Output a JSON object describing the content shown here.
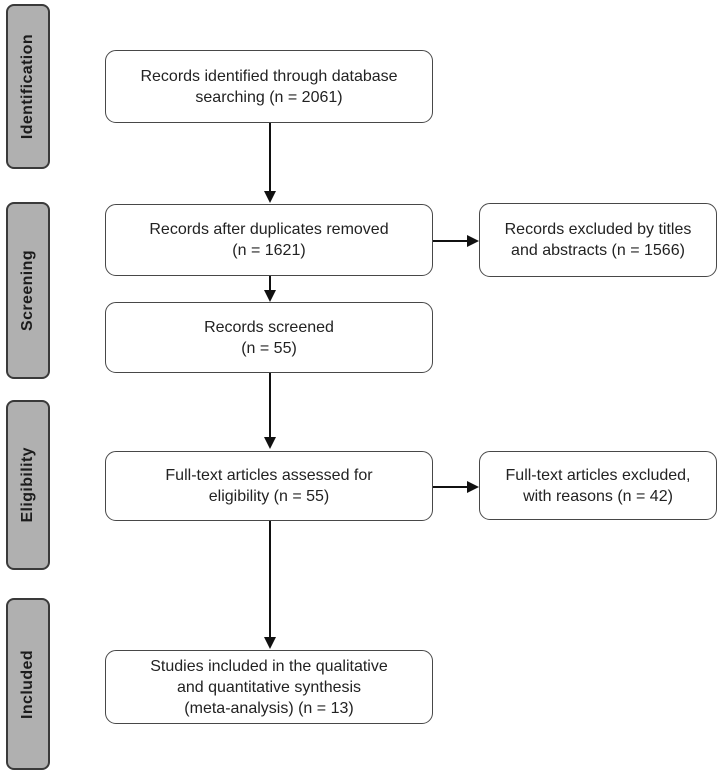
{
  "flow": {
    "diagram_type": "prisma-flow",
    "stages": [
      {
        "id": "identification",
        "label": "Identification"
      },
      {
        "id": "screening",
        "label": "Screening"
      },
      {
        "id": "eligibility",
        "label": "Eligibility"
      },
      {
        "id": "included",
        "label": "Included"
      }
    ],
    "main_boxes": [
      {
        "id": "records-identified",
        "n": 2061,
        "lines": [
          "Records identified through database",
          "searching (n = 2061)"
        ]
      },
      {
        "id": "records-after-duplicates",
        "n": 1621,
        "lines": [
          "Records after duplicates removed",
          "(n = 1621)"
        ]
      },
      {
        "id": "records-screened",
        "n": 55,
        "lines": [
          "Records screened",
          "(n = 55)"
        ]
      },
      {
        "id": "full-text-assessed",
        "n": 55,
        "lines": [
          "Full-text articles assessed for",
          "eligibility (n = 55)"
        ]
      },
      {
        "id": "studies-included",
        "n": 13,
        "lines": [
          "Studies included in the qualitative",
          "and quantitative synthesis",
          "(meta-analysis) (n = 13)"
        ]
      }
    ],
    "side_boxes": [
      {
        "id": "records-excluded-titles-abstracts",
        "n": 1566,
        "lines": [
          "Records excluded by titles",
          "and abstracts (n = 1566)"
        ]
      },
      {
        "id": "full-text-excluded",
        "n": 42,
        "lines": [
          "Full-text articles excluded,",
          "with reasons (n = 42)"
        ]
      }
    ],
    "colors": {
      "background": "#ffffff",
      "stage_fill": "#b0b0b0",
      "stage_border": "#3a3a3a",
      "box_fill": "#ffffff",
      "box_border": "#484848",
      "arrow": "#111111",
      "text": "#222222"
    }
  }
}
